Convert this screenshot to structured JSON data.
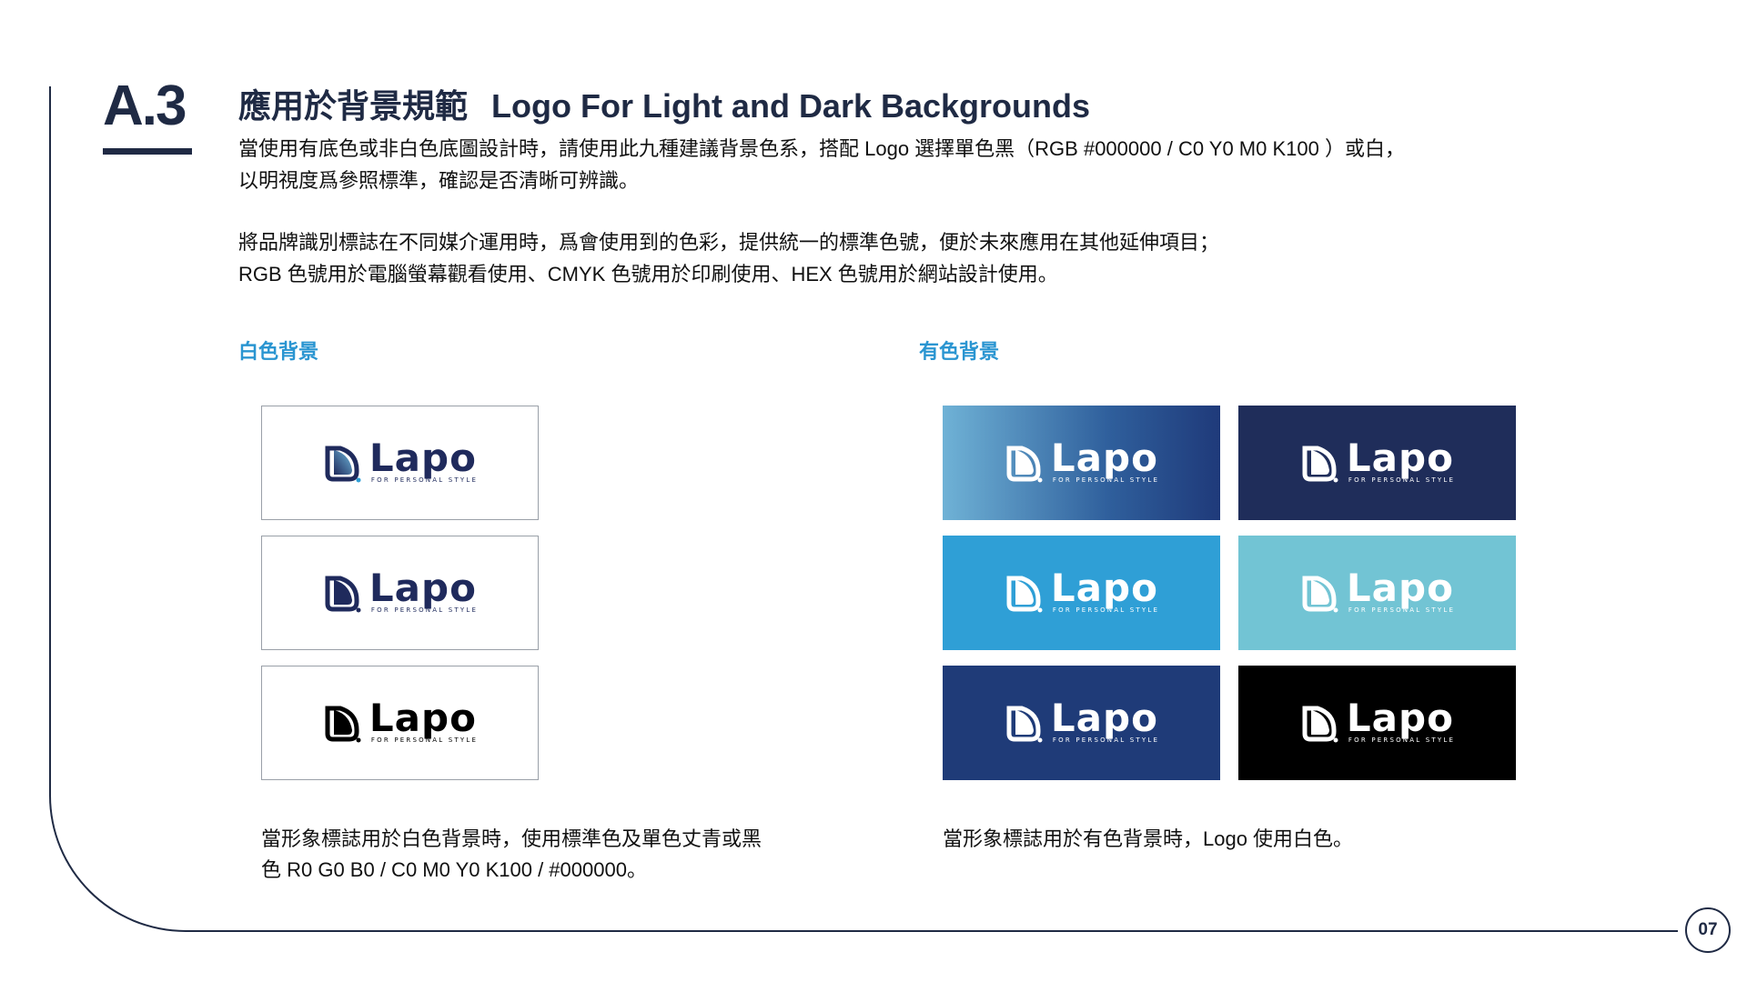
{
  "section": {
    "number": "A.3",
    "title_zh": "應用於背景規範",
    "title_en": "Logo For Light and Dark Backgrounds"
  },
  "paragraphs": {
    "p1_line1": "當使用有底色或非白色底圖設計時，請使用此九種建議背景色系，搭配 Logo 選擇單色黑（RGB #000000 / C0 Y0 M0 K100 ）或白，",
    "p1_line2": "以明視度爲參照標準，確認是否清晰可辨識。",
    "p2_line1": "將品牌識別標誌在不同媒介運用時，爲會使用到的色彩，提供統一的標準色號，便於未來應用在其他延伸項目；",
    "p2_line2": "RGB 色號用於電腦螢幕觀看使用、CMYK 色號用於印刷使用、HEX 色號用於網站設計使用。"
  },
  "white_section": {
    "heading": "白色背景",
    "caption_line1": "當形象標誌用於白色背景時，使用標準色及單色丈青或黑",
    "caption_line2": "色 R0 G0 B0 / C0 M0 Y0 K100 /  #000000。",
    "cards": [
      {
        "variant": "standard",
        "mark": "gradient",
        "text_color": "#1f2a5c"
      },
      {
        "variant": "navy",
        "mark": "navy",
        "text_color": "#1f2a5c"
      },
      {
        "variant": "black",
        "mark": "black",
        "text_color": "#000000"
      }
    ]
  },
  "color_section": {
    "heading": "有色背景",
    "caption": "當形象標誌用於有色背景時，Logo 使用白色。",
    "cards": [
      {
        "background": "gradient-light-blue-to-navy",
        "from": "#6fb2d6",
        "to": "#1f3a7a"
      },
      {
        "background": "#1f2d5a"
      },
      {
        "background": "#2f9fd6"
      },
      {
        "background": "#72c4d4"
      },
      {
        "background": "#1f3b78"
      },
      {
        "background": "#000000"
      }
    ]
  },
  "logo": {
    "wordmark": "Lapo",
    "tagline": "FOR PERSONAL STYLE"
  },
  "page_number": "07"
}
